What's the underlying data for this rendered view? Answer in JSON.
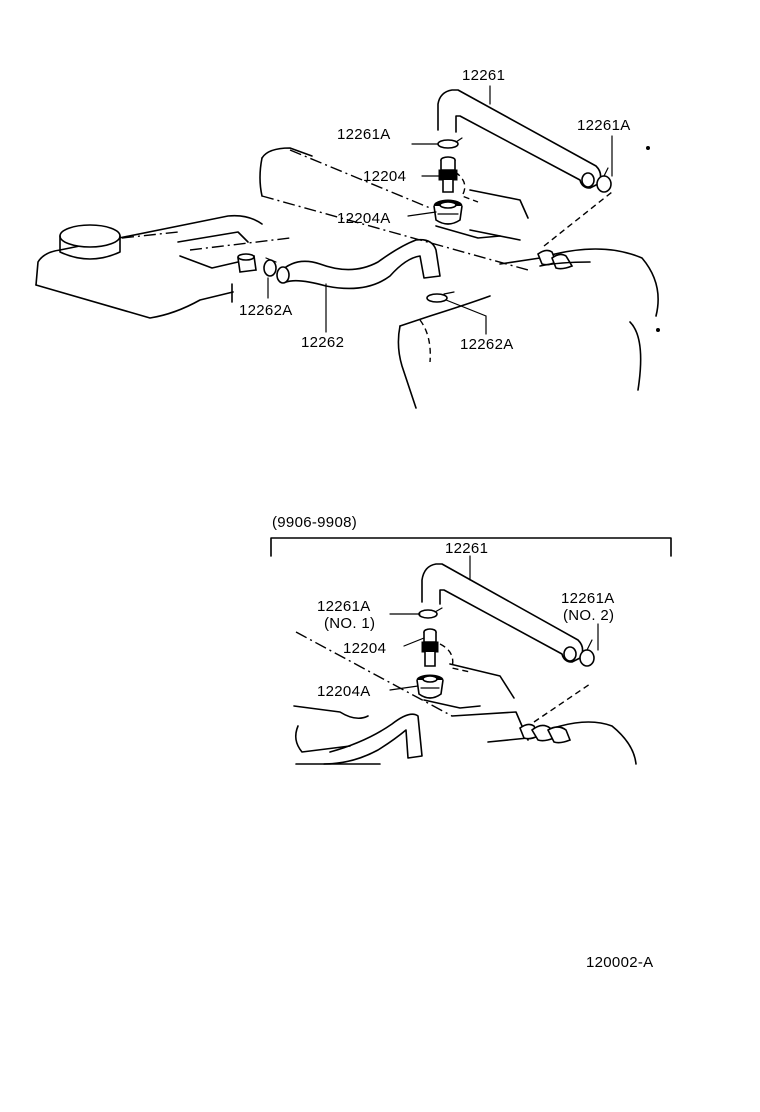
{
  "top": {
    "labels": {
      "hose": "12261",
      "clip_a_left": "12261A",
      "clip_a_right": "12261A",
      "valve": "12204",
      "grommet": "12204A",
      "clip_b_left": "12262A",
      "hose_b": "12262",
      "clip_b_right": "12262A"
    }
  },
  "bottom": {
    "range": "(9906-9908)",
    "labels": {
      "hose": "12261",
      "clip_left": "12261A",
      "clip_left_note": "(NO. 1)",
      "clip_right": "12261A",
      "clip_right_note": "(NO. 2)",
      "valve": "12204",
      "grommet": "12204A"
    }
  },
  "figure_code": "120002-A"
}
